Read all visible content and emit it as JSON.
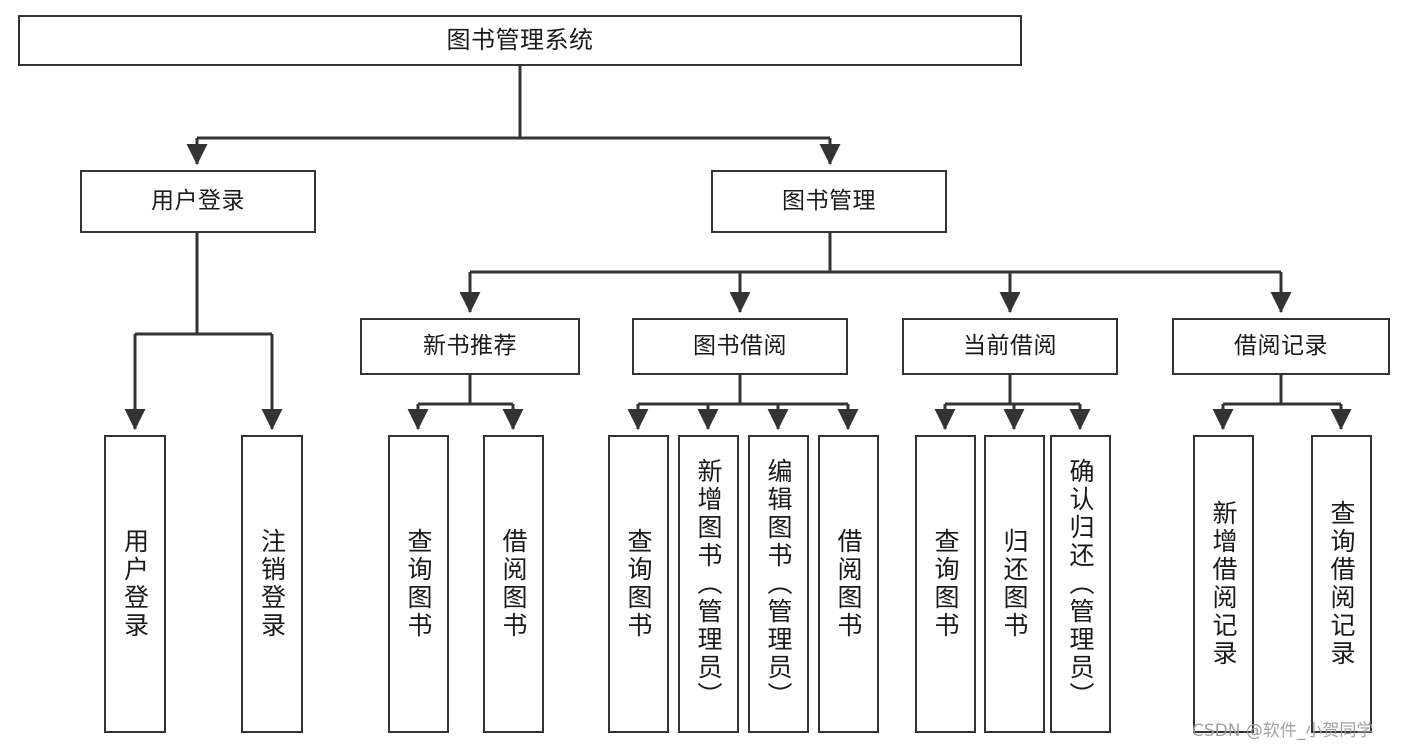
{
  "diagram": {
    "title_node": {
      "label": "图书管理系统"
    },
    "level2": [
      {
        "id": "user-login",
        "label": "用户登录"
      },
      {
        "id": "book-management",
        "label": "图书管理"
      }
    ],
    "level3": [
      {
        "id": "new-book-recommend",
        "label": "新书推荐"
      },
      {
        "id": "book-borrow",
        "label": "图书借阅"
      },
      {
        "id": "current-borrow",
        "label": "当前借阅"
      },
      {
        "id": "borrow-record",
        "label": "借阅记录"
      }
    ],
    "leaves": {
      "user_login": [
        {
          "id": "leaf-user-login",
          "label": "用户登录"
        },
        {
          "id": "leaf-logout-login",
          "label": "注销登录"
        }
      ],
      "new_book_recommend": [
        {
          "id": "leaf-query-book-1",
          "label": "查询图书"
        },
        {
          "id": "leaf-borrow-book-1",
          "label": "借阅图书"
        }
      ],
      "book_borrow": [
        {
          "id": "leaf-query-book-2",
          "label": "查询图书"
        },
        {
          "id": "leaf-add-book",
          "label": "新增图书（管理员）"
        },
        {
          "id": "leaf-edit-book",
          "label": "编辑图书（管理员）"
        },
        {
          "id": "leaf-borrow-book-2",
          "label": "借阅图书"
        }
      ],
      "current_borrow": [
        {
          "id": "leaf-query-book-3",
          "label": "查询图书"
        },
        {
          "id": "leaf-return-book",
          "label": "归还图书"
        },
        {
          "id": "leaf-confirm-return",
          "label": "确认归还（管理员）"
        }
      ],
      "borrow_record": [
        {
          "id": "leaf-add-record",
          "label": "新增借阅记录"
        },
        {
          "id": "leaf-query-record",
          "label": "查询借阅记录"
        }
      ]
    },
    "colors": {
      "stroke": "#333333",
      "box_fill": "#ffffff",
      "text": "#1a1a1a",
      "watermark": "#9a9a9a"
    }
  },
  "watermark": {
    "text": "CSDN @软件_小贺同学"
  }
}
